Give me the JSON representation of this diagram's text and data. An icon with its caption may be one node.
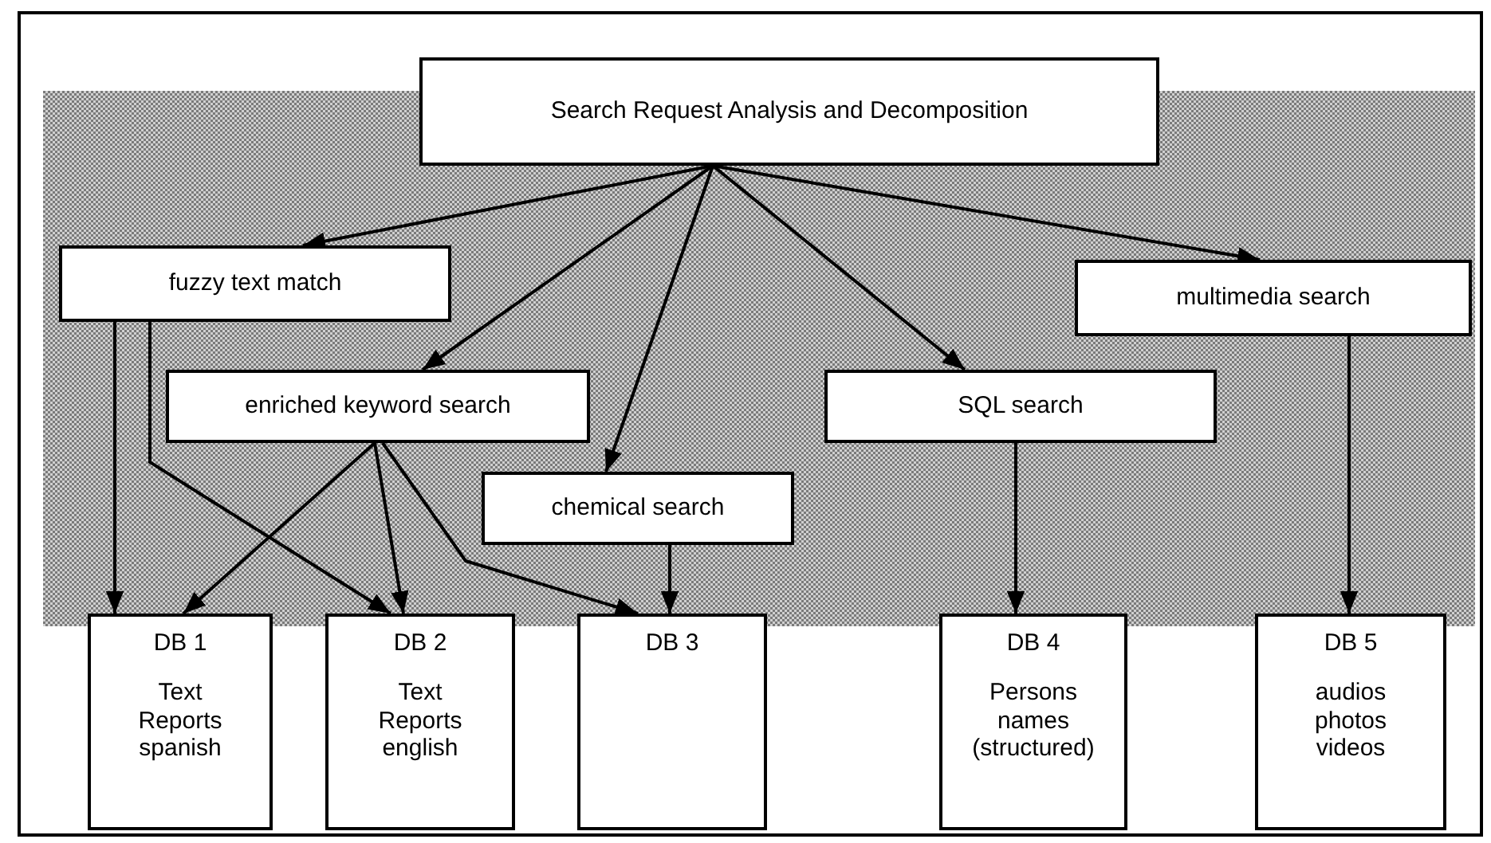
{
  "diagram": {
    "nodes": [
      {
        "text": [
          "Search Request Analysis and Decomposition"
        ]
      },
      {
        "text": [
          "fuzzy text match"
        ]
      },
      {
        "text": [
          "multimedia search"
        ]
      },
      {
        "text": [
          "enriched keyword search"
        ]
      },
      {
        "text": [
          "SQL search"
        ]
      },
      {
        "text": [
          "chemical search"
        ]
      },
      {
        "text": [
          "DB 1",
          "Text Reports spanish"
        ]
      },
      {
        "text": [
          "DB 2",
          "Text Reports english"
        ]
      },
      {
        "text": [
          "DB 3"
        ]
      },
      {
        "text": [
          "DB 4",
          "Persons names (structured)"
        ]
      },
      {
        "text": [
          "DB 5",
          "audios photos videos"
        ]
      }
    ],
    "edges": [
      {
        "from": 0,
        "to": 1,
        "arrow": "to"
      },
      {
        "from": 0,
        "to": 3,
        "arrow": "to"
      },
      {
        "from": 0,
        "to": 5,
        "arrow": "to"
      },
      {
        "from": 0,
        "to": 4,
        "arrow": "to"
      },
      {
        "from": 0,
        "to": 2,
        "arrow": "to"
      },
      {
        "from": 1,
        "to": 6,
        "arrow": "to"
      },
      {
        "from": 1,
        "to": 7,
        "arrow": "to"
      },
      {
        "from": 3,
        "to": 6,
        "arrow": "to"
      },
      {
        "from": 3,
        "to": 7,
        "arrow": "to"
      },
      {
        "from": 3,
        "to": 8,
        "arrow": "to"
      },
      {
        "from": 5,
        "to": 8,
        "arrow": "to"
      },
      {
        "from": 4,
        "to": 9,
        "arrow": "to"
      },
      {
        "from": 2,
        "to": 10,
        "arrow": "to"
      }
    ]
  }
}
